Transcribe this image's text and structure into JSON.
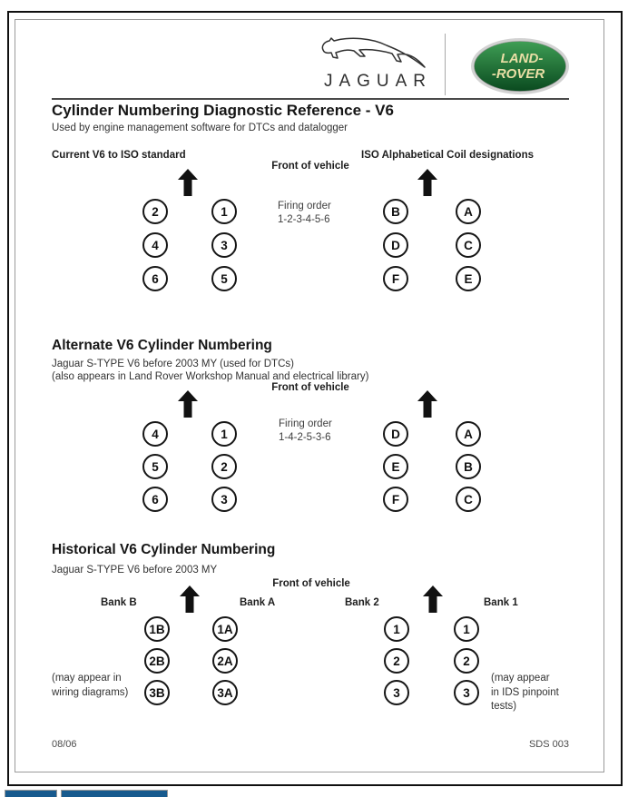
{
  "header": {
    "jaguar_text": "JAGUAR",
    "landrover_text_top": "LAND-",
    "landrover_text_bottom": "-ROVER",
    "landrover_green": "#0f6e2e"
  },
  "doc": {
    "title": "Cylinder Numbering Diagnostic Reference - V6",
    "subtitle": "Used by engine management software for DTCs and datalogger"
  },
  "sections": [
    {
      "left_label": "Current V6 to ISO standard",
      "right_label": "ISO Alphabetical Coil designations",
      "front_label": "Front of vehicle",
      "firing_order_title": "Firing order",
      "firing_order": "1-2-3-4-5-6",
      "left_grid": [
        [
          "2",
          "1"
        ],
        [
          "4",
          "3"
        ],
        [
          "6",
          "5"
        ]
      ],
      "right_grid": [
        [
          "B",
          "A"
        ],
        [
          "D",
          "C"
        ],
        [
          "F",
          "E"
        ]
      ]
    },
    {
      "heading": "Alternate V6 Cylinder Numbering",
      "subheading1": "Jaguar S-TYPE V6 before 2003 MY (used for DTCs)",
      "subheading2": "(also appears in Land Rover Workshop Manual and electrical library)",
      "front_label": "Front of vehicle",
      "firing_order_title": "Firing order",
      "firing_order": "1-4-2-5-3-6",
      "left_grid": [
        [
          "4",
          "1"
        ],
        [
          "5",
          "2"
        ],
        [
          "6",
          "3"
        ]
      ],
      "right_grid": [
        [
          "D",
          "A"
        ],
        [
          "E",
          "B"
        ],
        [
          "F",
          "C"
        ]
      ]
    },
    {
      "heading": "Historical V6 Cylinder Numbering",
      "subheading1": "Jaguar S-TYPE V6 before 2003 MY",
      "front_label": "Front of vehicle",
      "bank_labels": [
        "Bank B",
        "Bank A",
        "Bank 2",
        "Bank 1"
      ],
      "left_grid": [
        [
          "1B",
          "1A"
        ],
        [
          "2B",
          "2A"
        ],
        [
          "3B",
          "3A"
        ]
      ],
      "right_grid": [
        [
          "1",
          "1"
        ],
        [
          "2",
          "2"
        ],
        [
          "3",
          "3"
        ]
      ],
      "left_note": [
        "(may appear in",
        "wiring diagrams)"
      ],
      "right_note": [
        "(may appear",
        "in IDS pinpoint",
        "tests)"
      ]
    }
  ],
  "footer": {
    "date": "08/06",
    "doc_number": "SDS 003"
  }
}
